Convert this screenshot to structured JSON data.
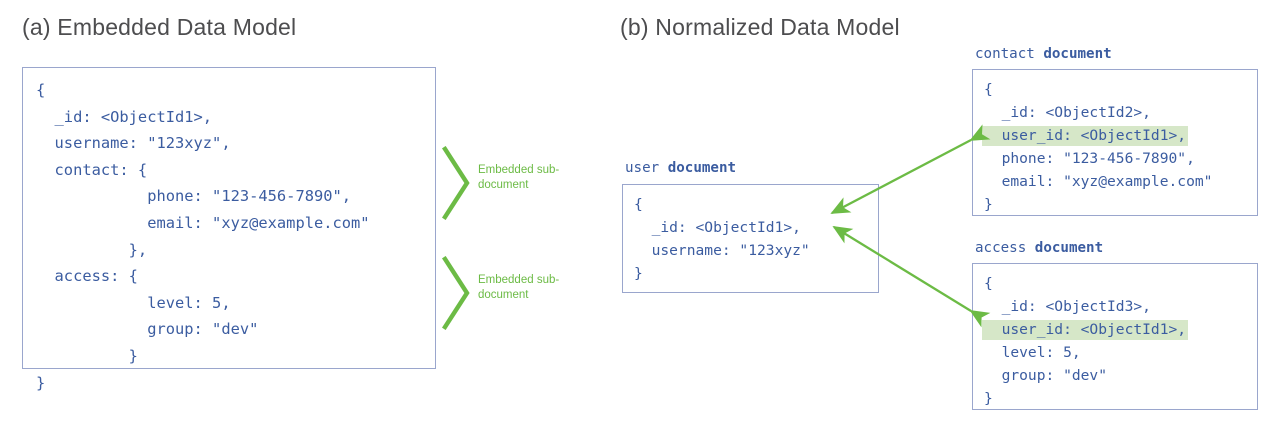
{
  "figure": {
    "panels": [
      {
        "key": "embedded",
        "title": "(a) Embedded Data Model",
        "document": {
          "code": "{\n  _id: <ObjectId1>,\n  username: \"123xyz\",\n  contact: {\n            phone: \"123-456-7890\",\n            email: \"xyz@example.com\"\n          },\n  access: {\n            level: 5,\n            group: \"dev\"\n          }\n}"
        },
        "annotations": [
          {
            "key": "contact-subdoc",
            "icon": "chevron-right-bracket",
            "caption": "Embedded sub-document"
          },
          {
            "key": "access-subdoc",
            "icon": "chevron-right-bracket",
            "caption": "Embedded sub-document"
          }
        ]
      },
      {
        "key": "normalized",
        "title": "(b) Normalized Data Model",
        "documents": [
          {
            "key": "user",
            "label_name": "user",
            "label_kind": "document",
            "lines": [
              {
                "text": "{",
                "highlight": false
              },
              {
                "text": "  _id: <ObjectId1>,",
                "highlight": false
              },
              {
                "text": "  username: \"123xyz\"",
                "highlight": false
              },
              {
                "text": "}",
                "highlight": false
              }
            ]
          },
          {
            "key": "contact",
            "label_name": "contact",
            "label_kind": "document",
            "lines": [
              {
                "text": "{",
                "highlight": false
              },
              {
                "text": "  _id: <ObjectId2>,",
                "highlight": false
              },
              {
                "text": "  user_id: <ObjectId1>,",
                "highlight": true
              },
              {
                "text": "  phone: \"123-456-7890\",",
                "highlight": false
              },
              {
                "text": "  email: \"xyz@example.com\"",
                "highlight": false
              },
              {
                "text": "}",
                "highlight": false
              }
            ]
          },
          {
            "key": "access",
            "label_name": "access",
            "label_kind": "document",
            "lines": [
              {
                "text": "{",
                "highlight": false
              },
              {
                "text": "  _id: <ObjectId3>,",
                "highlight": false
              },
              {
                "text": "  user_id: <ObjectId1>,",
                "highlight": true
              },
              {
                "text": "  level: 5,",
                "highlight": false
              },
              {
                "text": "  group: \"dev\"",
                "highlight": false
              },
              {
                "text": "}",
                "highlight": false
              }
            ]
          }
        ],
        "references": [
          {
            "key": "contact-to-user",
            "from": "contact.user_id",
            "to": "user._id",
            "style": "double-headed-arrow"
          },
          {
            "key": "access-to-user",
            "from": "access.user_id",
            "to": "user._id",
            "style": "double-headed-arrow"
          }
        ]
      }
    ],
    "colors": {
      "code_text": "#3b5ca0",
      "box_border": "#9aa6cd",
      "title_text": "#4d4d4f",
      "accent_green": "#6cbb45",
      "highlight_green": "#d6e7c8",
      "background": "#ffffff"
    }
  }
}
